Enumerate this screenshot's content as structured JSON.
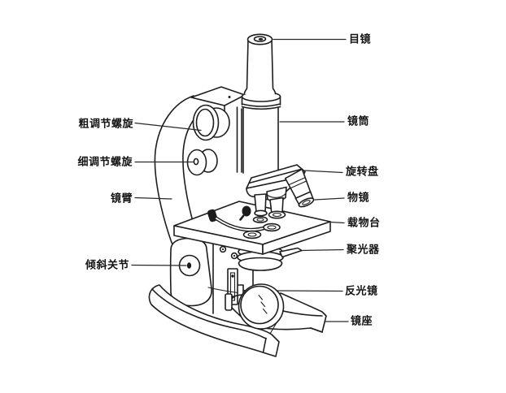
{
  "figure": {
    "type": "labeled line diagram",
    "subject": "microscope",
    "colors": {
      "background": "#ffffff",
      "line": "#1e1e1e",
      "text": "#141414"
    }
  },
  "labels": {
    "right": [
      {
        "id": "eyepiece",
        "text": "目镜"
      },
      {
        "id": "body-tube",
        "text": "镜筒"
      },
      {
        "id": "nosepiece",
        "text": "旋转盘"
      },
      {
        "id": "objective",
        "text": "物镜"
      },
      {
        "id": "stage",
        "text": "载物台"
      },
      {
        "id": "condenser",
        "text": "聚光器"
      },
      {
        "id": "mirror",
        "text": "反光镜"
      },
      {
        "id": "base",
        "text": "镜座"
      }
    ],
    "left": [
      {
        "id": "coarse-adjustment",
        "text": "粗调节螺旋"
      },
      {
        "id": "fine-adjustment",
        "text": "细调节螺旋"
      },
      {
        "id": "arm",
        "text": "镜臂"
      },
      {
        "id": "inclination-joint",
        "text": "倾斜关节"
      }
    ]
  }
}
